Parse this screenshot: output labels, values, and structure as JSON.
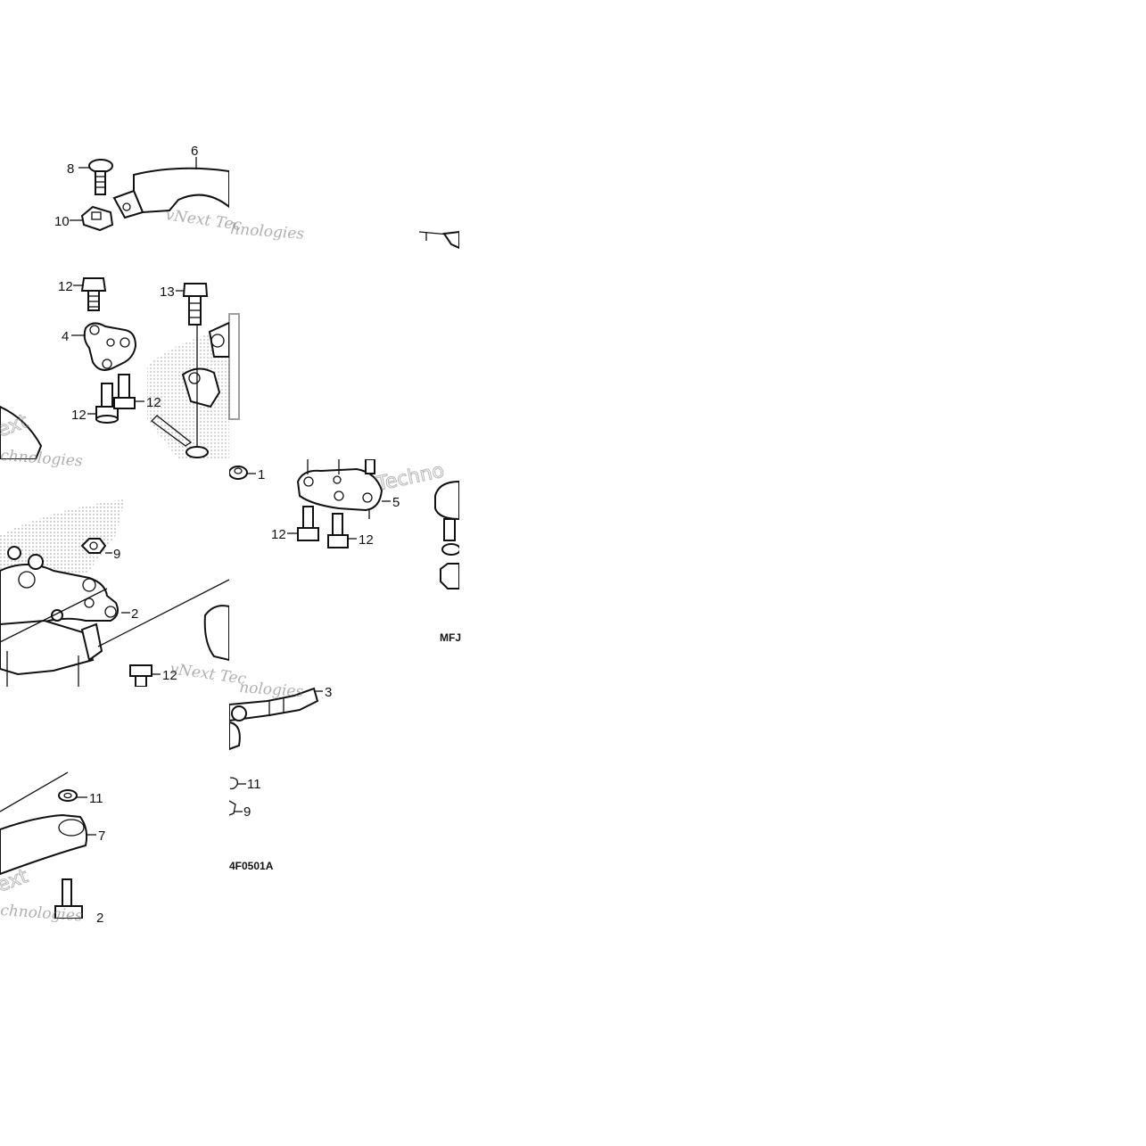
{
  "diagram": {
    "callouts": [
      {
        "id": "c6a",
        "text": "6"
      },
      {
        "id": "c8",
        "text": "8"
      },
      {
        "id": "c10",
        "text": "10"
      },
      {
        "id": "c12a",
        "text": "12"
      },
      {
        "id": "c13",
        "text": "13"
      },
      {
        "id": "c4",
        "text": "4"
      },
      {
        "id": "c12b",
        "text": "12"
      },
      {
        "id": "c12c",
        "text": "12"
      },
      {
        "id": "c1",
        "text": "1"
      },
      {
        "id": "c5",
        "text": "5"
      },
      {
        "id": "c12d",
        "text": "12"
      },
      {
        "id": "c12e",
        "text": "12"
      },
      {
        "id": "c9a",
        "text": "9"
      },
      {
        "id": "c2",
        "text": "2"
      },
      {
        "id": "c12f",
        "text": "12"
      },
      {
        "id": "c3",
        "text": "3"
      },
      {
        "id": "c11a",
        "text": "11"
      },
      {
        "id": "c9b",
        "text": "9"
      },
      {
        "id": "c11b",
        "text": "11"
      },
      {
        "id": "c7",
        "text": "7"
      },
      {
        "id": "c2b",
        "text": "2"
      }
    ],
    "code_left": "MFJ",
    "code_bottom": "4F0501A",
    "watermarks": [
      {
        "text": "vNext Tec"
      },
      {
        "text": "hnologies"
      },
      {
        "text": "ext"
      },
      {
        "text": "chnologies"
      },
      {
        "text": "Techno"
      },
      {
        "text": "vNext Tec"
      },
      {
        "text": "nologies"
      },
      {
        "text": "ext"
      },
      {
        "text": "chnologies"
      }
    ]
  }
}
